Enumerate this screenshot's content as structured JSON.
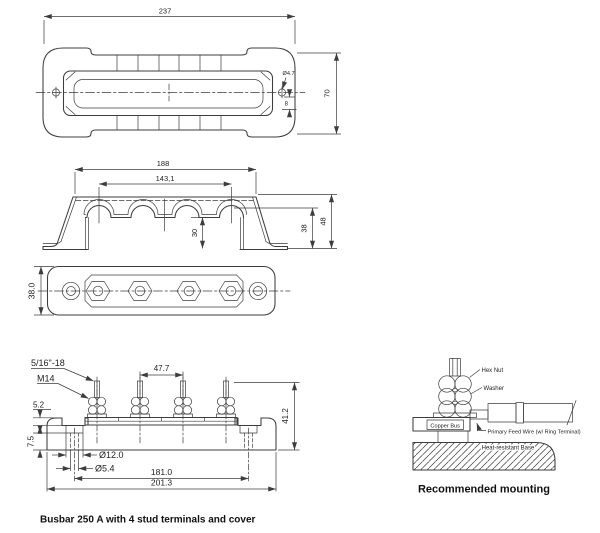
{
  "sheet": {
    "caption": "Busbar 250 A with 4 stud terminals and cover",
    "line_color": "#3d3d3d",
    "text_color": "#222222",
    "bg_color": "#ffffff"
  },
  "views": {
    "top": {
      "length": "237",
      "width": "70",
      "hole_dia": "Ø4.7",
      "hole_edge": "8"
    },
    "side": {
      "outer_width": "188",
      "stud_span": "143,1",
      "arch_height": "30",
      "inner_height": "38",
      "total_height": "48"
    },
    "plan": {
      "depth": "38.0"
    },
    "front": {
      "stud_thread": "5/16\"-18",
      "nut_thread": "M14",
      "stud_pitch": "47.7",
      "bus_step": "5.2",
      "recess": "7.5",
      "cbore_dia": "Ø12.0",
      "hole_dia": "Ø5.4",
      "hole_span": "181.0",
      "overall_length": "201.3",
      "overall_height": "41.2"
    }
  },
  "mounting": {
    "caption": "Recommended mounting",
    "labels": {
      "hex_nut": "Hex Nut",
      "washer": "Washer",
      "copper_bus": "Copper Bus",
      "feed_wire": "Primary Feed Wire (w/ Ring Terminal)",
      "base": "Heat-resistant Base"
    }
  }
}
